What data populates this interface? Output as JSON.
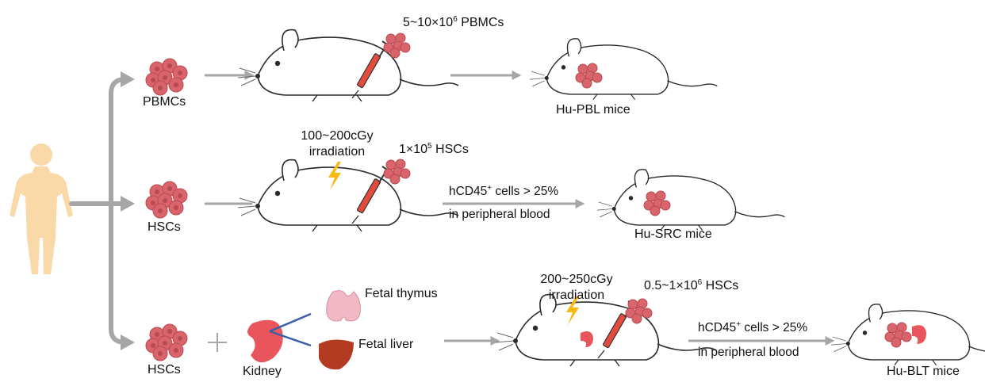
{
  "labels": {
    "pbmcs": "PBMCs",
    "hscs_1": "HSCs",
    "hscs_2": "HSCs",
    "kidney": "Kidney",
    "fetal_thymus": "Fetal thymus",
    "fetal_liver": "Fetal liver"
  },
  "row1": {
    "dose_prefix": "5~10×10",
    "dose_exp": "6",
    "dose_suffix": " PBMCs",
    "result": "Hu-PBL mice"
  },
  "row2": {
    "irradiation_dose": "100~200cGy",
    "irradiation_word": "irradiation",
    "dose_prefix": "1×10",
    "dose_exp": "5",
    "dose_suffix": " HSCs",
    "cond_prefix": "hCD45",
    "cond_sup": "+",
    "cond_suffix": " cells > 25%",
    "cond_line2": "in peripheral blood",
    "result": "Hu-SRC mice"
  },
  "row3": {
    "irradiation_dose": "200~250cGy",
    "irradiation_word": "irradiation",
    "dose_prefix": "0.5~1×10",
    "dose_exp": "6",
    "dose_suffix": " HSCs",
    "cond_prefix": "hCD45",
    "cond_sup": "+",
    "cond_suffix": " cells > 25%",
    "cond_line2": "in peripheral blood",
    "result": "Hu-BLT mice"
  },
  "colors": {
    "arrow_gray": "#a6a6a6",
    "human_skin": "#fad9a8",
    "cell_red": "#d9646b",
    "kidney_red": "#e8555c",
    "liver_brown": "#b33b22",
    "thymus_pink": "#f1b8c6",
    "lightning_yellow": "#f9b915",
    "connector_blue": "#3a5fa8"
  }
}
